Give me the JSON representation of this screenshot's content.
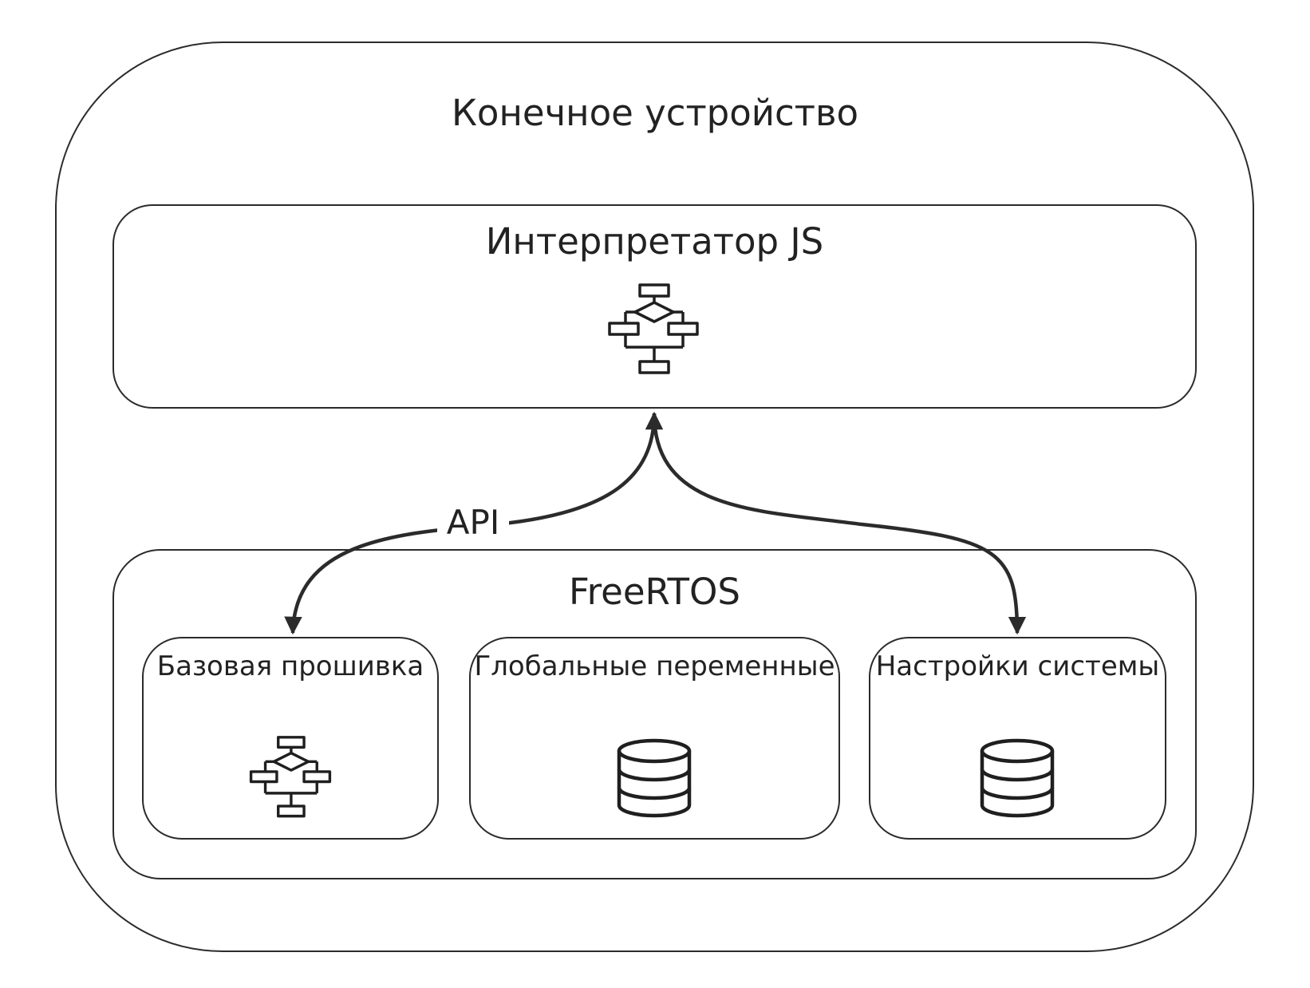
{
  "diagram": {
    "device": {
      "title": "Конечное устройство"
    },
    "interpreter": {
      "title": "Интерпретатор JS",
      "icon": "flowchart-icon"
    },
    "connection": {
      "label": "API"
    },
    "freertos": {
      "title": "FreeRTOS",
      "modules": [
        {
          "title": "Базовая прошивка",
          "icon": "flowchart-icon"
        },
        {
          "title": "Глобальные переменные",
          "icon": "database-icon"
        },
        {
          "title": "Настройки системы",
          "icon": "database-icon"
        }
      ]
    }
  }
}
